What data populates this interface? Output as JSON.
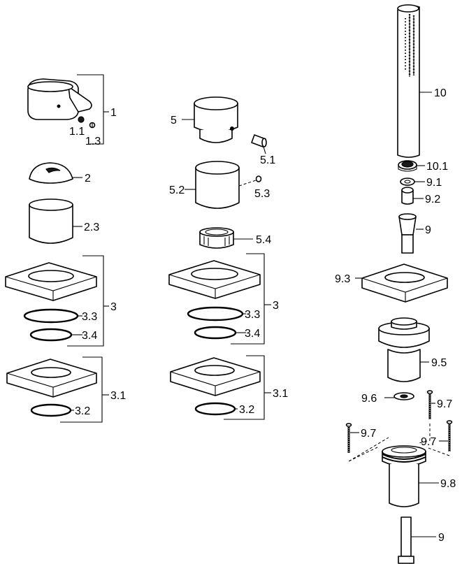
{
  "callouts": {
    "c1": "1",
    "c1_1": "1.1",
    "c1_3": "1.3",
    "c2": "2",
    "c2_3": "2.3",
    "c3_left": "3",
    "c3_3_left": "3.3",
    "c3_4_left": "3.4",
    "c3_1_left": "3.1",
    "c3_2_left": "3.2",
    "c5": "5",
    "c5_1": "5.1",
    "c5_2": "5.2",
    "c5_3": "5.3",
    "c5_4": "5.4",
    "c3_mid": "3",
    "c3_3_mid": "3.3",
    "c3_4_mid": "3.4",
    "c3_1_mid": "3.1",
    "c3_2_mid": "3.2",
    "c10": "10",
    "c10_1": "10.1",
    "c9_1": "9.1",
    "c9_2": "9.2",
    "c9_top": "9",
    "c9_3": "9.3",
    "c9_5": "9.5",
    "c9_6": "9.6",
    "c9_7_a": "9.7",
    "c9_7_b": "9.7",
    "c9_7_c": "9.7",
    "c9_8": "9.8",
    "c9_bottom": "9"
  }
}
